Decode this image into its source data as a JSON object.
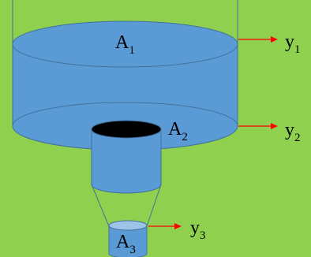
{
  "colors": {
    "background": "#8fd14f",
    "tank_fill": "#5b9bd5",
    "tank_stroke": "#41719c",
    "small_top_fill": "#9dc3e6",
    "opening_fill": "#000000",
    "arrow": "#ff0000"
  },
  "labels": {
    "a1": {
      "base": "A",
      "sub": "1"
    },
    "a2": {
      "base": "A",
      "sub": "2"
    },
    "a3": {
      "base": "A",
      "sub": "3"
    },
    "y1": {
      "base": "y",
      "sub": "1"
    },
    "y2": {
      "base": "y",
      "sub": "2"
    },
    "y3": {
      "base": "y",
      "sub": "3"
    }
  }
}
